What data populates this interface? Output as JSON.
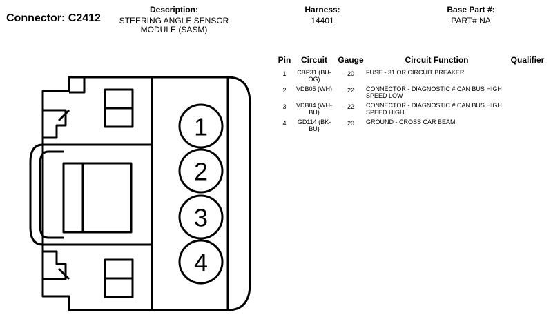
{
  "header": {
    "connector_title": "Connector: C2412",
    "description_label": "Description:",
    "description_value_line1": "STEERING ANGLE SENSOR",
    "description_value_line2": "MODULE (SASM)",
    "harness_label": "Harness:",
    "harness_value": "14401",
    "base_part_label": "Base Part #:",
    "base_part_value": "PART# NA"
  },
  "table": {
    "columns": {
      "pin": "Pin",
      "circuit": "Circuit",
      "gauge": "Gauge",
      "function": "Circuit Function",
      "qualifier": "Qualifier"
    },
    "rows": [
      {
        "pin": "1",
        "circuit": "CBP31 (BU-OG)",
        "gauge": "20",
        "function": "FUSE - 31 OR CIRCUIT BREAKER",
        "qualifier": ""
      },
      {
        "pin": "2",
        "circuit": "VDB05 (WH)",
        "gauge": "22",
        "function": "CONNECTOR - DIAGNOSTIC # CAN BUS HIGH SPEED LOW",
        "qualifier": ""
      },
      {
        "pin": "3",
        "circuit": "VDB04 (WH-BU)",
        "gauge": "22",
        "function": "CONNECTOR - DIAGNOSTIC # CAN BUS HIGH SPEED HIGH",
        "qualifier": ""
      },
      {
        "pin": "4",
        "circuit": "GD114 (BK-BU)",
        "gauge": "20",
        "function": "GROUND - CROSS CAR BEAM",
        "qualifier": ""
      }
    ]
  },
  "diagram": {
    "pins": [
      "1",
      "2",
      "3",
      "4"
    ]
  }
}
